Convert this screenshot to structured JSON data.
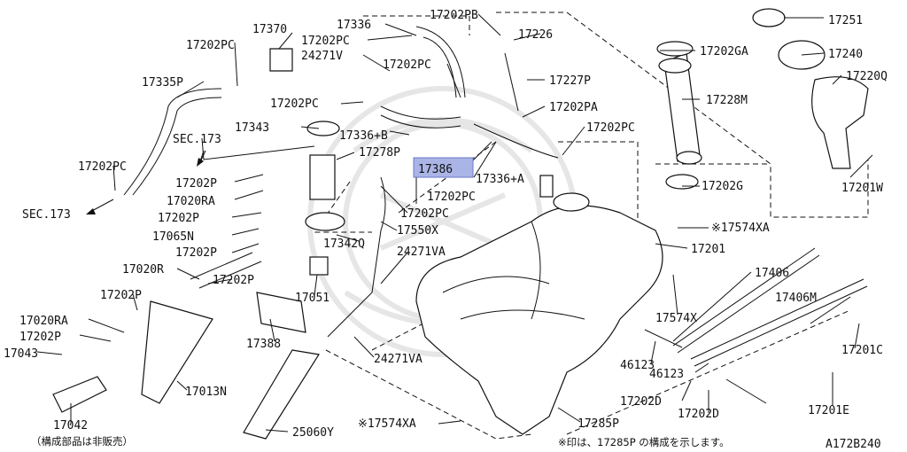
{
  "diagram": {
    "part_labels": [
      {
        "id": "p17370",
        "text": "17370"
      },
      {
        "id": "p17336",
        "text": "17336"
      },
      {
        "id": "p17202PB",
        "text": "17202PB"
      },
      {
        "id": "p17251",
        "text": "17251"
      },
      {
        "id": "p17202PC_a",
        "text": "17202PC"
      },
      {
        "id": "p17202PC_b",
        "text": "17202PC"
      },
      {
        "id": "p17226",
        "text": "17226"
      },
      {
        "id": "p24271V",
        "text": "24271V"
      },
      {
        "id": "p17202GA",
        "text": "17202GA"
      },
      {
        "id": "p17240",
        "text": "17240"
      },
      {
        "id": "p17335P",
        "text": "17335P"
      },
      {
        "id": "p17202PC_c",
        "text": "17202PC"
      },
      {
        "id": "p17227P",
        "text": "17227P"
      },
      {
        "id": "p17220Q",
        "text": "17220Q"
      },
      {
        "id": "p17202PC_d",
        "text": "17202PC"
      },
      {
        "id": "p17228M",
        "text": "17228M"
      },
      {
        "id": "p17202PA",
        "text": "17202PA"
      },
      {
        "id": "p17343",
        "text": "17343"
      },
      {
        "id": "p17336B",
        "text": "17336+B"
      },
      {
        "id": "p17202PC_e",
        "text": "17202PC"
      },
      {
        "id": "pSEC173a",
        "text": "SEC.173"
      },
      {
        "id": "p17278P",
        "text": "17278P"
      },
      {
        "id": "p17386",
        "text": "17386"
      },
      {
        "id": "p17336A",
        "text": "17336+A"
      },
      {
        "id": "p17202PC_f",
        "text": "17202PC"
      },
      {
        "id": "p17202PC_g",
        "text": "17202PC"
      },
      {
        "id": "p17202G",
        "text": "17202G"
      },
      {
        "id": "p17201W",
        "text": "17201W"
      },
      {
        "id": "p17202P_a",
        "text": "17202P"
      },
      {
        "id": "p17020RA_a",
        "text": "17020RA"
      },
      {
        "id": "p17202PC_h",
        "text": "17202PC"
      },
      {
        "id": "pSEC173b",
        "text": "SEC.173"
      },
      {
        "id": "p17202P_b",
        "text": "17202P"
      },
      {
        "id": "p17550X",
        "text": "17550X"
      },
      {
        "id": "p17574XA_a",
        "text": "※17574XA"
      },
      {
        "id": "p17065N",
        "text": "17065N"
      },
      {
        "id": "p17342Q",
        "text": "17342Q"
      },
      {
        "id": "p17201",
        "text": "17201"
      },
      {
        "id": "p17202P_c",
        "text": "17202P"
      },
      {
        "id": "p24271VA_a",
        "text": "24271VA"
      },
      {
        "id": "p17020R",
        "text": "17020R"
      },
      {
        "id": "p17406",
        "text": "17406"
      },
      {
        "id": "p17202P_d",
        "text": "17202P"
      },
      {
        "id": "p17406M",
        "text": "17406M"
      },
      {
        "id": "p17202P_e",
        "text": "17202P"
      },
      {
        "id": "p17051",
        "text": "17051"
      },
      {
        "id": "p17574X",
        "text": "17574X"
      },
      {
        "id": "p17020RA_b",
        "text": "17020RA"
      },
      {
        "id": "p17388",
        "text": "17388"
      },
      {
        "id": "p17202P_f",
        "text": "17202P"
      },
      {
        "id": "p17201C",
        "text": "17201C"
      },
      {
        "id": "p46123_a",
        "text": "46123"
      },
      {
        "id": "p17043",
        "text": "17043"
      },
      {
        "id": "p24271VA_b",
        "text": "24271VA"
      },
      {
        "id": "p46123_b",
        "text": "46123"
      },
      {
        "id": "p17013N",
        "text": "17013N"
      },
      {
        "id": "p17202D_a",
        "text": "17202D"
      },
      {
        "id": "p17202D_b",
        "text": "17202D"
      },
      {
        "id": "p17201E",
        "text": "17201E"
      },
      {
        "id": "p17042",
        "text": "17042"
      },
      {
        "id": "p17285P",
        "text": "17285P"
      },
      {
        "id": "p25060Y",
        "text": "25060Y"
      },
      {
        "id": "p17574XA_b",
        "text": "※17574XA"
      }
    ],
    "highlighted_part": "p17386",
    "highlight_color": "#aab4e6",
    "footnote_left": "（構成部品は非販売）",
    "footnote_right": "※印は、17285P の構成を示します。",
    "diagram_code": "A172B240"
  }
}
